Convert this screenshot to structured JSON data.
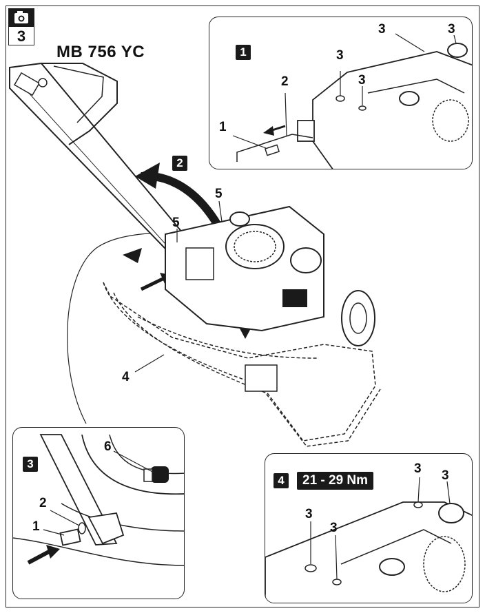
{
  "badge": {
    "icon": "camera-icon",
    "number": "3"
  },
  "model": "MB 756 YC",
  "main": {
    "step": "2",
    "callouts": {
      "c5a": "5",
      "c5b": "5",
      "c4": "4"
    }
  },
  "panel1": {
    "step": "1",
    "callouts": {
      "c1": "1",
      "c2": "2",
      "c3a": "3",
      "c3b": "3",
      "c3c": "3",
      "c3d": "3"
    }
  },
  "panel3": {
    "step": "3",
    "callouts": {
      "c1": "1",
      "c2": "2",
      "c6": "6"
    }
  },
  "panel4": {
    "step": "4",
    "torque": "21 - 29 Nm",
    "callouts": {
      "c3a": "3",
      "c3b": "3",
      "c3c": "3",
      "c3d": "3"
    }
  }
}
